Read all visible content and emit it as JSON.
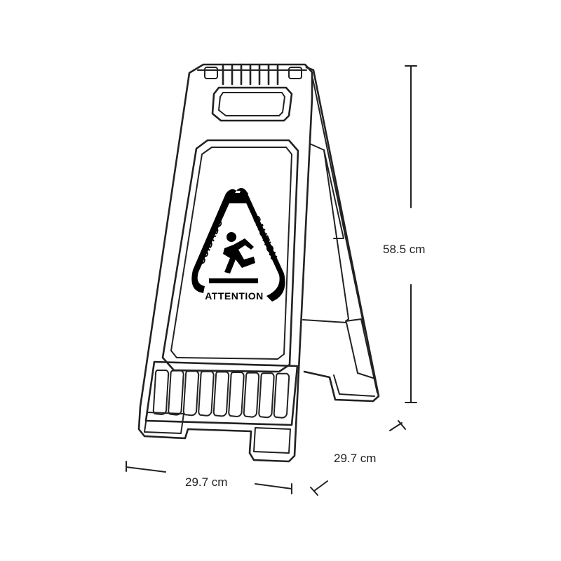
{
  "dimensions": {
    "height_label": "58.5 cm",
    "width_label": "29.7 cm",
    "depth_label": "29.7 cm"
  },
  "warning_sign": {
    "left_text": "CUIDADO",
    "right_text": "CAUTION",
    "bottom_text": "ATTENTION",
    "icon": "slipping-person-icon"
  },
  "colors": {
    "line": "#222222",
    "ink": "#000000",
    "background": "#ffffff"
  }
}
